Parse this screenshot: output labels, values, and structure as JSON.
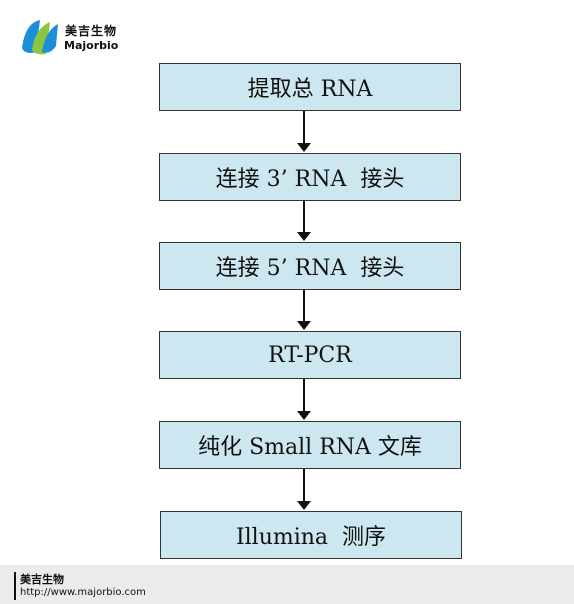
{
  "logo": {
    "name_cn": "美吉生物",
    "name_en": "Majorbio"
  },
  "steps": [
    "提取总 RNA",
    "连接 3’ RNA  接头",
    "连接 5’ RNA  接头",
    "RT-PCR",
    "纯化 Small RNA 文库",
    "Illumina  测序"
  ],
  "footer": {
    "name_cn": "美吉生物",
    "url": "http://www.majorbio.com"
  },
  "colors": {
    "box_fill": "#cde7f0",
    "box_border": "#333333",
    "logo_blue": "#1e8fd6",
    "logo_green": "#8cc63f"
  }
}
